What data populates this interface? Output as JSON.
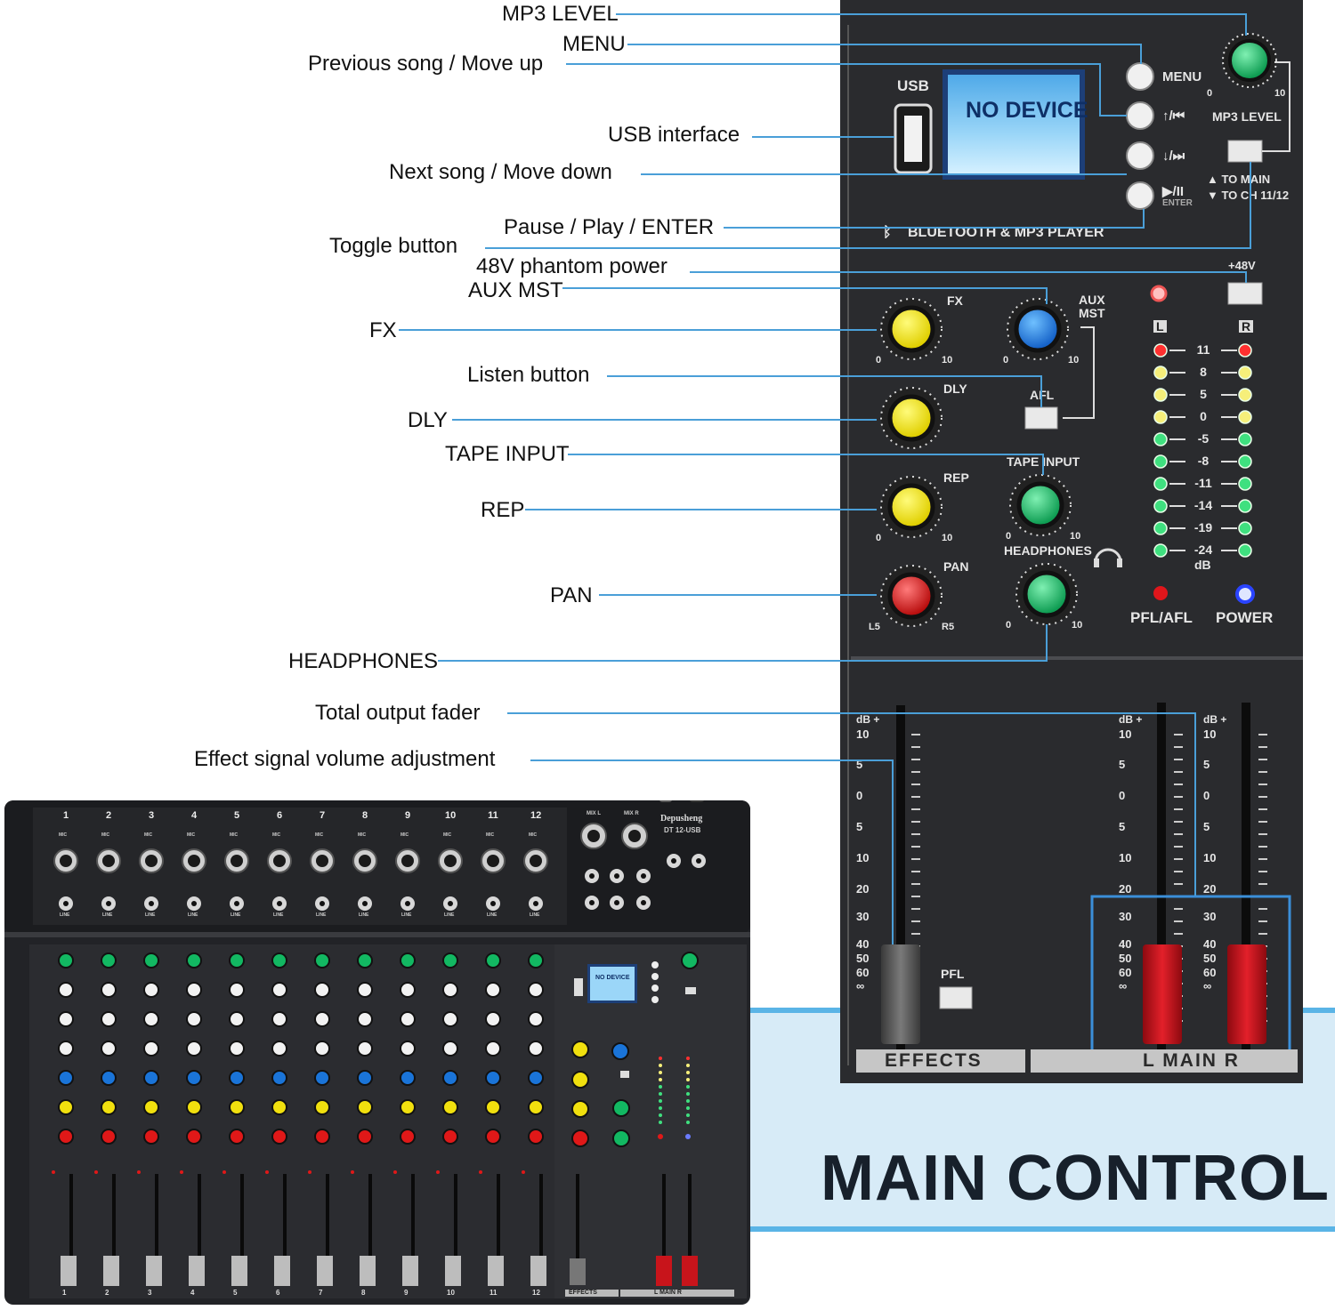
{
  "callouts": [
    {
      "id": "mp3-level",
      "text": "MP3 LEVEL"
    },
    {
      "id": "menu",
      "text": "MENU"
    },
    {
      "id": "prev",
      "text": "Previous song / Move up"
    },
    {
      "id": "usb",
      "text": "USB interface"
    },
    {
      "id": "next",
      "text": "Next song / Move down"
    },
    {
      "id": "play",
      "text": "Pause / Play / ENTER"
    },
    {
      "id": "toggle",
      "text": "Toggle button"
    },
    {
      "id": "phantom",
      "text": "48V phantom power"
    },
    {
      "id": "auxmst",
      "text": "AUX MST"
    },
    {
      "id": "fx",
      "text": "FX"
    },
    {
      "id": "listen",
      "text": "Listen button"
    },
    {
      "id": "dly",
      "text": "DLY"
    },
    {
      "id": "tape",
      "text": "TAPE INPUT"
    },
    {
      "id": "rep",
      "text": "REP"
    },
    {
      "id": "pan",
      "text": "PAN"
    },
    {
      "id": "headphones",
      "text": "HEADPHONES"
    },
    {
      "id": "total",
      "text": "Total output fader"
    },
    {
      "id": "effect-vol",
      "text": "Effect signal volume adjustment"
    }
  ],
  "banner": {
    "title": "MAIN CONTROL"
  },
  "panel": {
    "usb_label": "USB",
    "display_text": "NO DEVICE",
    "menu_label": "MENU",
    "prev_label": "↑/⏮",
    "next_label": "↓/⏭",
    "play_label": "▶/II",
    "enter_label": "ENTER",
    "mp3_level_label": "MP3 LEVEL",
    "to_main": "▲ TO MAIN",
    "to_ch": "▼ TO CH 11/12",
    "bt_label": "BLUETOOTH & MP3 PLAYER",
    "phantom_label": "+48V",
    "fx_label": "FX",
    "aux_label_1": "AUX",
    "aux_label_2": "MST",
    "dly_label": "DLY",
    "afl_label": "AFL",
    "rep_label": "REP",
    "tape_label": "TAPE INPUT",
    "headphones_label": "HEADPHONES",
    "pan_label": "PAN",
    "knob_min": "0",
    "knob_max": "10",
    "pan_left": "L5",
    "pan_right": "R5",
    "meter_l": "L",
    "meter_r": "R",
    "meter_values": [
      "11",
      "8",
      "5",
      "0",
      "-5",
      "-8",
      "-11",
      "-14",
      "-19",
      "-24"
    ],
    "db_label": "dB",
    "pfl_afl": "PFL/AFL",
    "power": "POWER",
    "pfl": "PFL",
    "effects": "EFFECTS",
    "main_label": "L  MAIN  R",
    "fader_scale": [
      "dB +",
      "10",
      "5",
      "0",
      "5",
      "10",
      "20",
      "30",
      "40",
      "50",
      "60",
      "∞"
    ]
  },
  "mixer": {
    "brand": "Depusheng",
    "model": "DT 12-USB",
    "channels": [
      "1",
      "2",
      "3",
      "4",
      "5",
      "6",
      "7",
      "8",
      "9",
      "10",
      "11",
      "12"
    ],
    "mic": "MIC",
    "line": "LINE",
    "mix_l": "MIX L",
    "mix_r": "MIX R",
    "display": "NO DEVICE",
    "effects": "EFFECTS",
    "main": "L  MAIN  R"
  },
  "colors": {
    "leader": "#4a9fd8",
    "knob_yellow": "#f3e60f",
    "knob_blue": "#1e7fe0",
    "knob_green": "#13c46b",
    "knob_red": "#e01818",
    "lcd": "#7fc8f2",
    "fader_red": "#c8141b"
  }
}
